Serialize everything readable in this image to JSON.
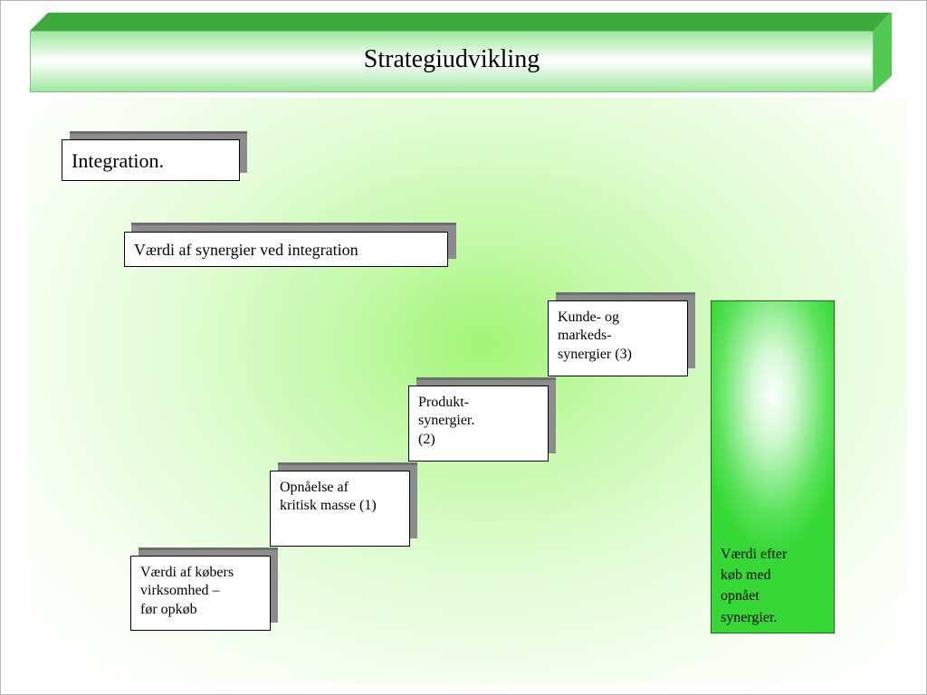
{
  "title": "Strategiudvikling",
  "heading": "Integration.",
  "subheading": "Værdi af synergier ved integration",
  "steps": [
    {
      "lines": [
        "Værdi af købers",
        "virksomhed –",
        "før opkøb"
      ]
    },
    {
      "lines": [
        "Opnåelse af",
        "kritisk masse (1)"
      ]
    },
    {
      "lines": [
        "Produkt-",
        "synergier.",
        "(2)"
      ]
    },
    {
      "lines": [
        "Kunde- og",
        "markeds-",
        "synergier (3)"
      ]
    }
  ],
  "result": {
    "lines": [
      "Værdi efter",
      "køb med",
      "opnået",
      "synergier."
    ]
  },
  "colors": {
    "banner": "#3cab3c",
    "result_bar": "#35d835",
    "background_glow": "#a2f576"
  }
}
